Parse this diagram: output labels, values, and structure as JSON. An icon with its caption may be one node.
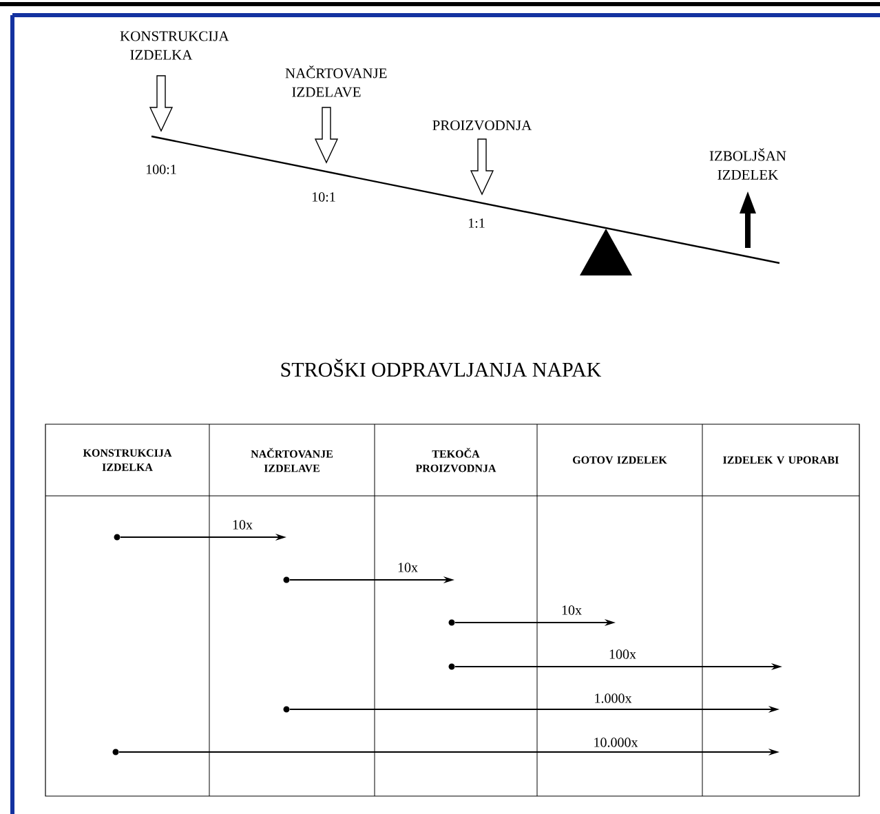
{
  "diagram": {
    "title": "STROŠKI ODPRAVLJANJA NAPAK",
    "nodes": [
      {
        "text": [],
        "shape": "circle"
      },
      {
        "text": [],
        "shape": "circle"
      },
      {
        "text": [],
        "shape": "circle"
      },
      {
        "text": [],
        "shape": "circle"
      },
      {
        "text": [],
        "shape": "circle"
      },
      {
        "text": [],
        "shape": "circle"
      }
    ],
    "edges": [
      {
        "from": 0,
        "to": null,
        "arrow": "to",
        "label": "10x"
      },
      {
        "from": 1,
        "to": null,
        "arrow": "to",
        "label": "10x"
      },
      {
        "from": 2,
        "to": null,
        "arrow": "to",
        "label": "10x"
      },
      {
        "from": 3,
        "to": null,
        "arrow": "to",
        "label": "100x"
      },
      {
        "from": 4,
        "to": null,
        "arrow": "to",
        "label": "1.000x"
      },
      {
        "from": 5,
        "to": null,
        "arrow": "to",
        "label": "10.000x"
      }
    ],
    "labels": [
      "KONSTRUKCIJA IZDELKA",
      "NAČRTOVANJE IZDELAVE",
      "PROIZVODNJA",
      "IZBOLJŠAN IZDELEK",
      "100:1",
      "10:1",
      "1:1",
      "KONSTRUKCIJA IZDELKA",
      "NAČRTOVANJE IZDELAVE",
      "TEKOČA PROIZVODNJA",
      "GOTOV IZDELEK",
      "IZDELEK V UPORABI"
    ]
  }
}
